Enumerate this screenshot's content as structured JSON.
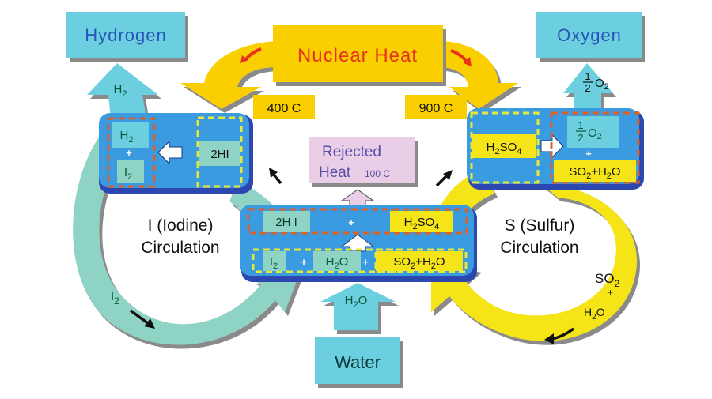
{
  "title": "Thermochemical Iodine-Sulfur Water-Splitting Cycle",
  "colors": {
    "nuclear_heat": "#f9cf00",
    "nuclear_heat_text": "#e8321e",
    "product_box": "#6ccfdf",
    "iodine_loop": "#8fd3c4",
    "sulfur_loop": "#f5e418",
    "reactor_box": "#3a9be0",
    "reactor_border": "#2d47b0",
    "rejected_heat": "#eacde6",
    "rejected_text": "#5a4fa8",
    "dash_red": "#d9622b",
    "dash_yellow": "#e8e83a"
  },
  "nuclear_heat": {
    "label": "Nuclear Heat"
  },
  "temps": {
    "left": "400 C",
    "right": "900 C"
  },
  "products": {
    "hydrogen": {
      "label": "Hydrogen",
      "arrow_label": "H2"
    },
    "oxygen": {
      "label": "Oxygen",
      "arrow_label": "1/2 O2"
    }
  },
  "rejected_heat": {
    "line1": "Rejected",
    "line2": "Heat",
    "temp": "100 C"
  },
  "water": {
    "label": "Water",
    "arrow_label": "H2O"
  },
  "hi_decomposition": {
    "input": "2HI",
    "outputs": [
      "H2",
      "I2"
    ],
    "plus": "+"
  },
  "h2so4_decomposition": {
    "input": "H2SO4",
    "outputs": [
      "1/2 O2",
      "SO2+H2O"
    ],
    "plus": "+"
  },
  "bunsen_reaction": {
    "inputs": [
      "I2",
      "H2O",
      "SO2+H2O"
    ],
    "outputs": [
      "2H I",
      "H2SO4"
    ],
    "plus": "+"
  },
  "loops": {
    "iodine": {
      "line1": "I (Iodine)",
      "line2": "Circulation",
      "carrier": "I2"
    },
    "sulfur": {
      "line1": "S (Sulfur)",
      "line2": "Circulation",
      "carrier_top": "SO2",
      "carrier_plus": "+",
      "carrier_bottom": "H2O"
    }
  }
}
